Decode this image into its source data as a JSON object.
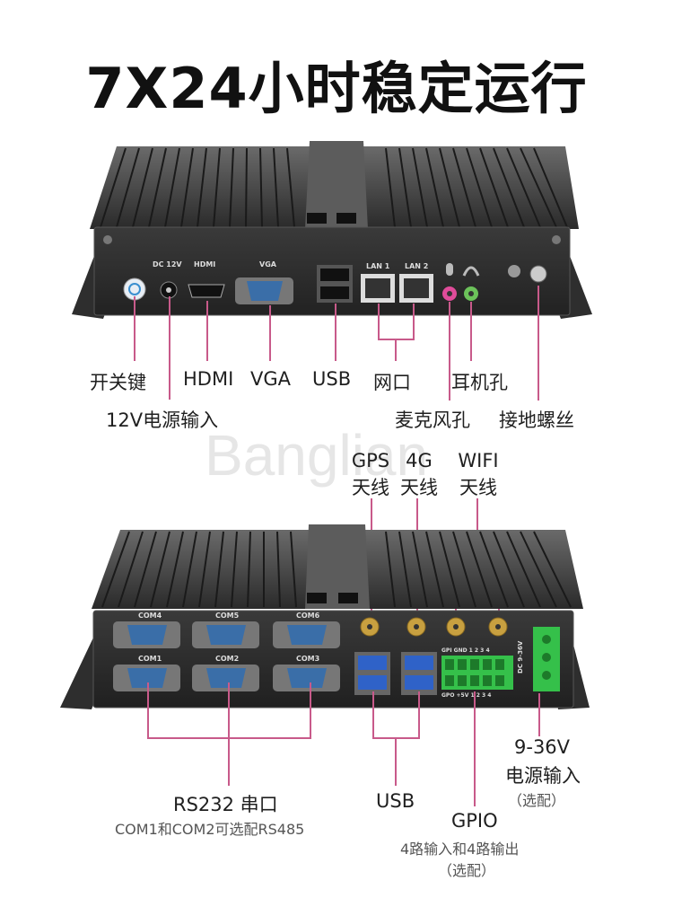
{
  "title": "7X24小时稳定运行",
  "watermark": "Banglian",
  "colors": {
    "accent_line": "#c85a8a",
    "chassis": "#2b2b2b",
    "port_blue": "#3a6ea8",
    "terminal_green": "#35c04a"
  },
  "top_panel": {
    "port_texts": {
      "dc": "DC 12V",
      "hdmi": "HDMI",
      "vga": "VGA",
      "lan1": "LAN 1",
      "lan2": "LAN 2"
    },
    "labels": {
      "power": "开关键",
      "dc_in": "12V电源输入",
      "hdmi": "HDMI",
      "vga": "VGA",
      "usb": "USB",
      "lan": "网口",
      "mic": "麦克风孔",
      "earphone": "耳机孔",
      "ground": "接地螺丝"
    }
  },
  "antennas": {
    "gps": {
      "line1": "GPS",
      "line2": "天线"
    },
    "g4": {
      "line1": "4G",
      "line2": "天线"
    },
    "wifi": {
      "line1": "WIFI",
      "line2": "天线"
    }
  },
  "bottom_panel": {
    "port_texts": {
      "com4": "COM4",
      "com5": "COM5",
      "com6": "COM6",
      "com1": "COM1",
      "com2": "COM2",
      "com3": "COM3",
      "gpio_top": "GPI GND 1  2  3  4",
      "gpio_bottom": "GPO +5V 1  2  3  4",
      "dc": "DC 9-36V"
    },
    "labels": {
      "rs232": "RS232 串口",
      "rs232_note": "COM1和COM2可选配RS485",
      "usb": "USB",
      "gpio": "GPIO",
      "gpio_note": "4路输入和4路输出",
      "gpio_optional": "（选配）",
      "power_line1": "9-36V",
      "power_line2": "电源输入",
      "power_optional": "（选配）"
    }
  }
}
